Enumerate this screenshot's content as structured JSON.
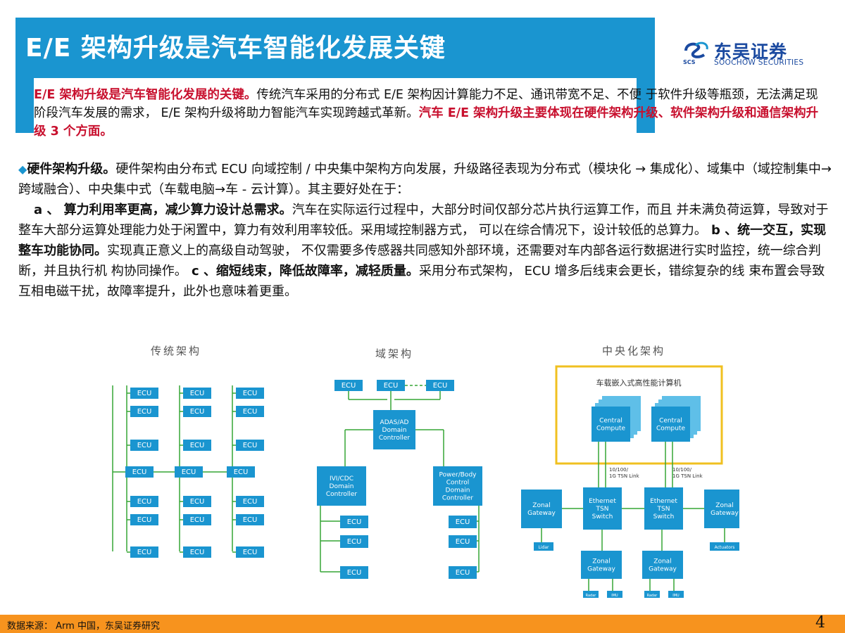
{
  "title": "E/E 架构升级是汽车智能化发展关键",
  "logo": {
    "name": "东吴证券",
    "en": "SOOCHOW SECURITIES",
    "abbr": "SCS"
  },
  "intro": {
    "red1": "E/E 架构升级是汽车智能化发展的关键。",
    "text1": "传统汽车采用的分布式 E/E 架构因计算能力不足、通讯带宽不足、不便 于软件升级等瓶颈，无法满足现阶段汽车发展的需求， E/E 架构升级将助力智能汽车实现跨越式革新。",
    "red2": "汽车 E/E   架构升级主要体现在硬件架构升级、软件架构升级和通信架构升级 3 个方面。"
  },
  "hardware": {
    "head": "硬件架构升级。",
    "text1": "硬件架构由分布式  ECU  向域控制 / 中央集中架构方向发展，升级路径表现为分布式（模块化 →  集成化）、域集中（域控制集中→跨域融合）、中央集中式（车载电脑→车 - 云计算）。其主要好处在于：",
    "a_head": "a 、  算力利用率更高，减少算力设计总需求。",
    "a_text": "汽车在实际运行过程中，大部分时间仅部分芯片执行运算工作，而且 并未满负荷运算，导致对于整车大部分运算处理能力处于闲置中，算力有效利用率较低。采用域控制器方式，  可以在综合情况下，设计较低的总算力。",
    "b_head": " b 、统一交互，实现整车功能协同。",
    "b_text": "实现真正意义上的高级自动驾驶，  不仅需要多传感器共同感知外部环境，还需要对车内部各运行数据进行实时监控，统一综合判断，并且执行机 构协同操作。",
    "c_head": " c 、缩短线束，降低故障率，减轻质量。",
    "c_text": "采用分布式架构， ECU 增多后线束会更长，错综复杂的线 束布置会导致互相电磁干扰，故障率提升，此外也意味着更重。"
  },
  "diagrams": {
    "traditional": {
      "title": "传统架构",
      "ecu": "ECU"
    },
    "domain": {
      "title": "域架构",
      "ecu": "ECU",
      "adas": [
        "ADAS/AD",
        "Domain",
        "Controller"
      ],
      "ivi": [
        "IVI/CDC",
        "Domain",
        "Controller"
      ],
      "power": [
        "Power/Body",
        "Control",
        "Domain",
        "Controller"
      ]
    },
    "central": {
      "title": "中央化架构",
      "box_title": "车载嵌入式高性能计算机",
      "compute": [
        "Central",
        "Compute"
      ],
      "eth": [
        "Ethernet",
        "TSN",
        "Switch"
      ],
      "zonal": [
        "Zonal",
        "Gateway"
      ],
      "link": [
        "10/100/",
        "1G TSN Link"
      ],
      "lidar": "Lidar",
      "actuators": "Actuators",
      "radar": "Radar",
      "imu": "IMU"
    }
  },
  "footer": {
    "source": "数据来源： Arm 中国，东吴证券研究",
    "page": "4"
  },
  "colors": {
    "title_bg": "#1a95d0",
    "red": "#c8102e",
    "footer": "#f7931e",
    "box": "#1a95d0",
    "line": "#35a535"
  }
}
